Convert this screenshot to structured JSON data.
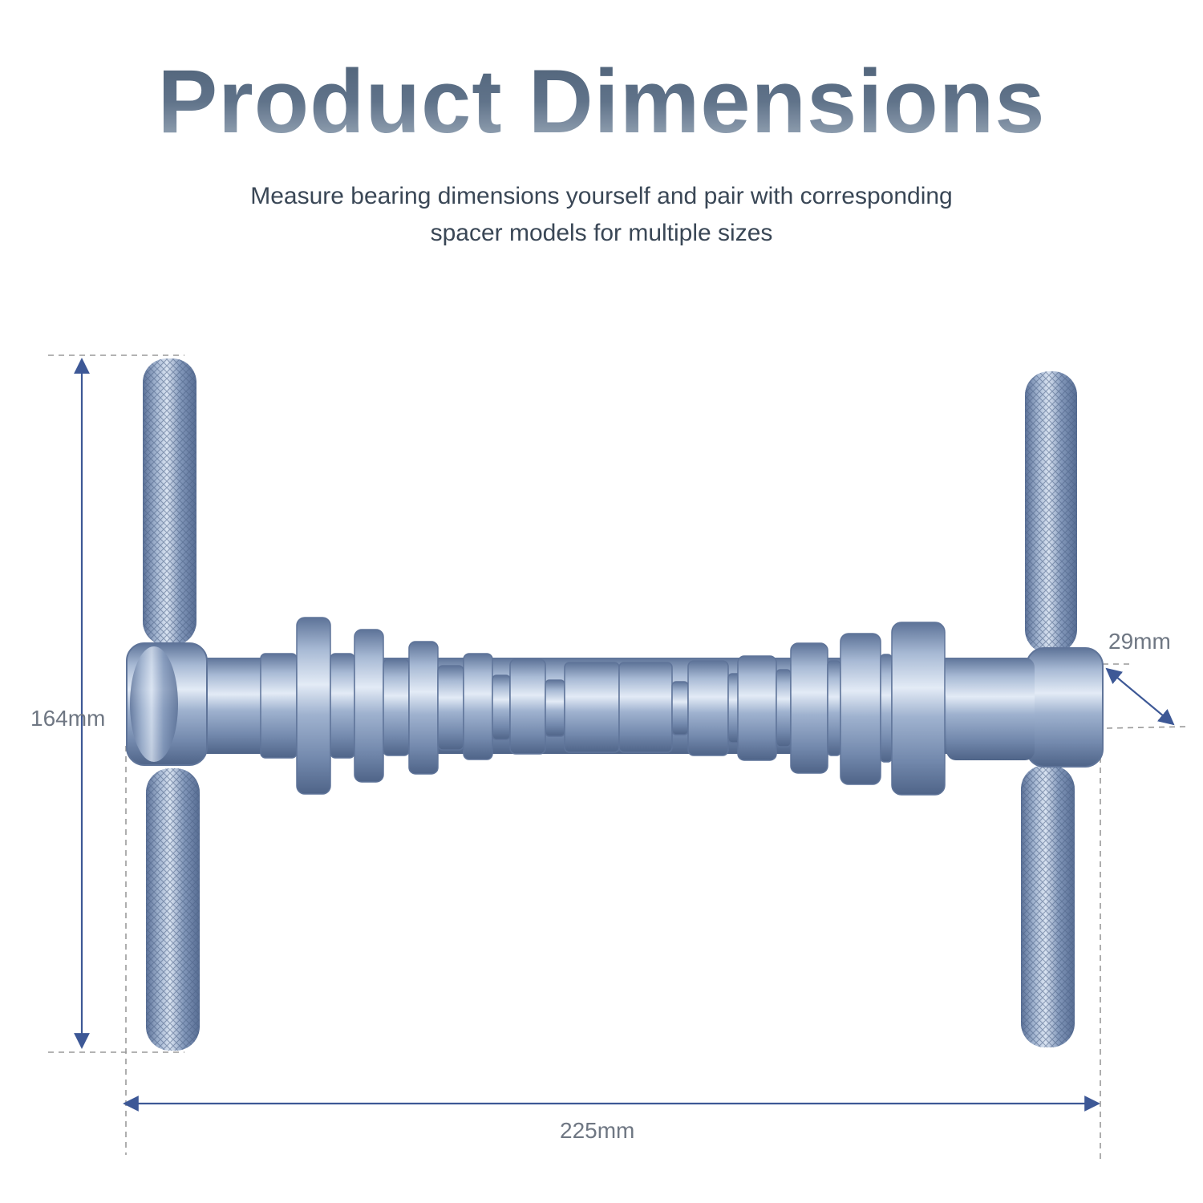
{
  "page": {
    "title": "Product Dimensions",
    "subtitle_lines": [
      "Measure bearing dimensions yourself and pair with corresponding",
      "spacer models for multiple sizes"
    ]
  },
  "dimensions": {
    "height_label": "164mm",
    "width_label": "225mm",
    "diameter_label": "29mm"
  },
  "colors": {
    "title": "#5a6d82",
    "subtitle": "#3a4756",
    "dimension_line": "#3d5896",
    "dashed_guide": "#9a9a9a",
    "metal": "#8fa3c2"
  }
}
